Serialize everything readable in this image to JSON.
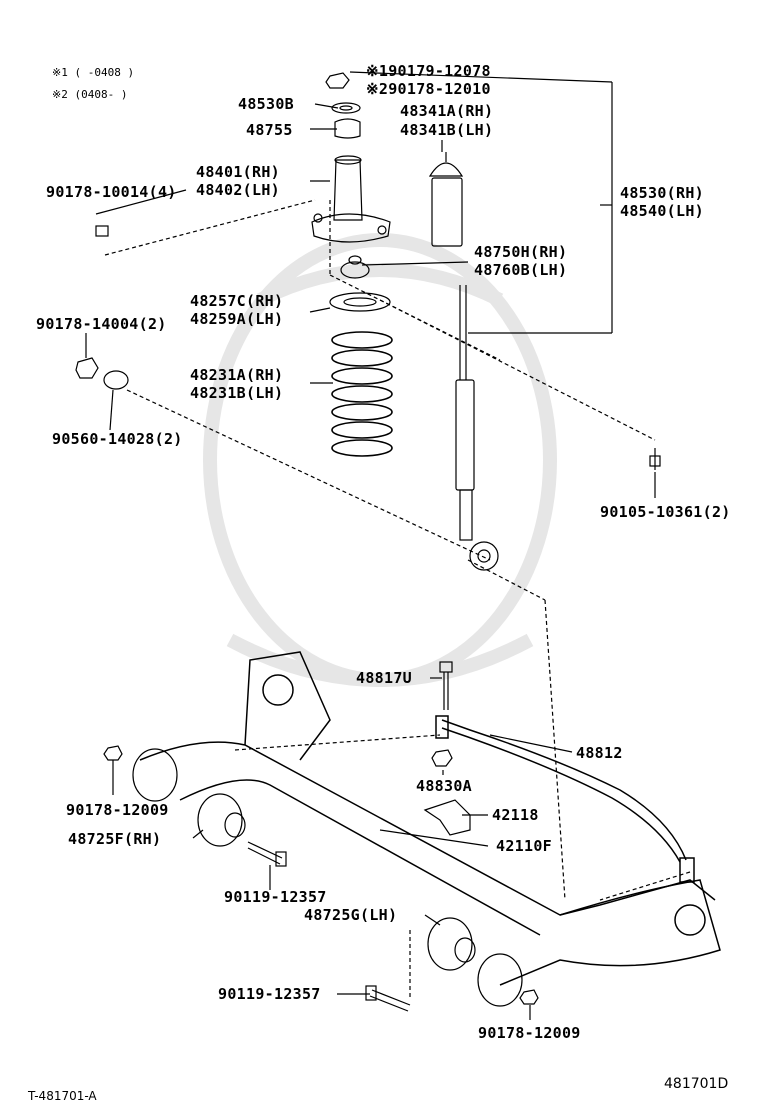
{
  "notes": {
    "note1": "※1 (      -0408 )",
    "note2": "※2 (0408-        )"
  },
  "labels": {
    "p90179_12078": "※190179-12078",
    "p90178_12010": "※290178-12010",
    "p48530B": "48530B",
    "p48755": "48755",
    "p48341A": "48341A(RH)",
    "p48341B": "48341B(LH)",
    "p48401": "48401(RH)",
    "p48402": "48402(LH)",
    "p90178_10014": "90178-10014(4)",
    "p48530": "48530(RH)",
    "p48540": "48540(LH)",
    "p48750H": "48750H(RH)",
    "p48760B": "48760B(LH)",
    "p48257C": "48257C(RH)",
    "p48259A": "48259A(LH)",
    "p90178_14004": "90178-14004(2)",
    "p48231A": "48231A(RH)",
    "p48231B": "48231B(LH)",
    "p90560_14028": "90560-14028(2)",
    "p90105_10361": "90105-10361(2)",
    "p48817U": "48817U",
    "p48812": "48812",
    "p48830A": "48830A",
    "p90178_12009a": "90178-12009",
    "p42118": "42118",
    "p48725F": "48725F(RH)",
    "p42110F": "42110F",
    "p90119_12357a": "90119-12357",
    "p48725G": "48725G(LH)",
    "p90119_12357b": "90119-12357",
    "p90178_12009b": "90178-12009"
  },
  "footer": {
    "left": "T-481701-A",
    "right": "481701D"
  }
}
